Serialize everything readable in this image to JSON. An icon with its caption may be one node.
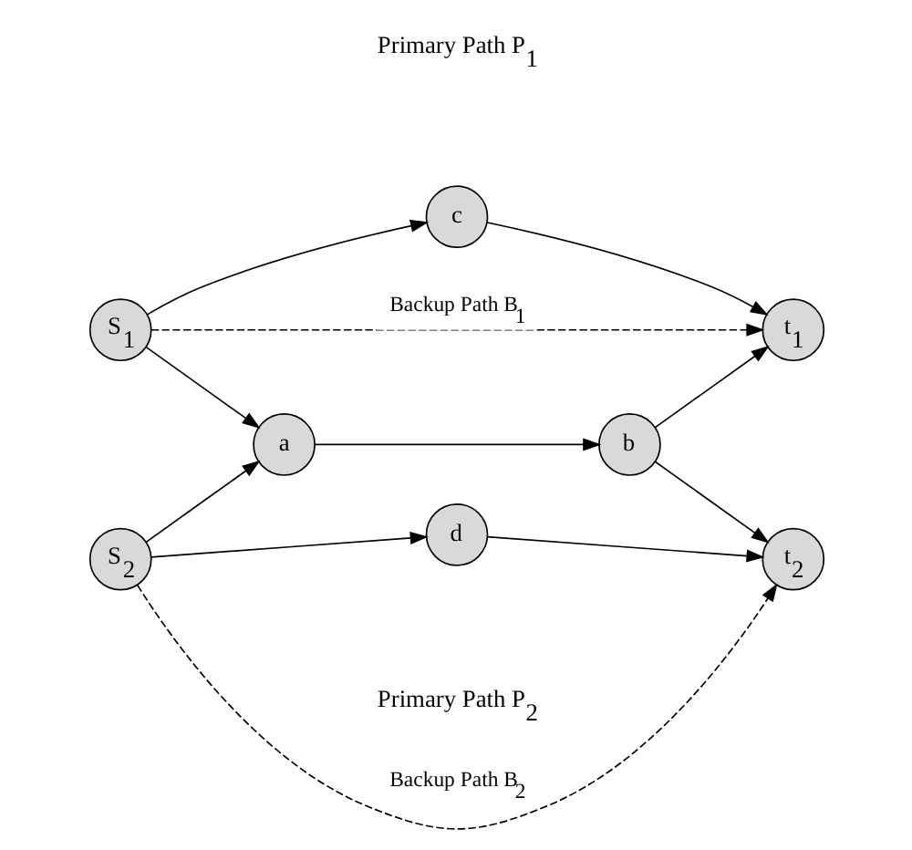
{
  "diagram": {
    "nodes": [
      {
        "text": [
          "S$_{1}$"
        ]
      },
      {
        "text": [
          "c"
        ]
      },
      {
        "text": [
          "t$_{1}$"
        ]
      },
      {
        "text": [
          "a"
        ]
      },
      {
        "text": [
          "b"
        ]
      },
      {
        "text": [
          "S$_{2}$"
        ]
      },
      {
        "text": [
          "d"
        ]
      },
      {
        "text": [
          "t$_{2}$"
        ]
      }
    ],
    "edges": [
      {
        "from": 0,
        "to": 1,
        "arrow": "to"
      },
      {
        "from": 1,
        "to": 2,
        "arrow": "to"
      },
      {
        "from": 0,
        "to": 3,
        "arrow": "to"
      },
      {
        "from": 3,
        "to": 4,
        "arrow": "to"
      },
      {
        "from": 4,
        "to": 2,
        "arrow": "to"
      },
      {
        "from": 4,
        "to": 7,
        "arrow": "to"
      },
      {
        "from": 5,
        "to": 3,
        "arrow": "to"
      },
      {
        "from": 5,
        "to": 6,
        "arrow": "to"
      },
      {
        "from": 6,
        "to": 7,
        "arrow": "to"
      },
      {
        "from": 0,
        "to": 2,
        "arrow": "to",
        "style": "dashed",
        "label": "Backup Path B$_{1}$"
      },
      {
        "from": 5,
        "to": 7,
        "arrow": "to",
        "style": "dashed",
        "label": "Backup Path B$_{2}$"
      }
    ],
    "labels": [
      "Primary Path P$_{1}$",
      "Primary Path P$_{2}$"
    ]
  }
}
